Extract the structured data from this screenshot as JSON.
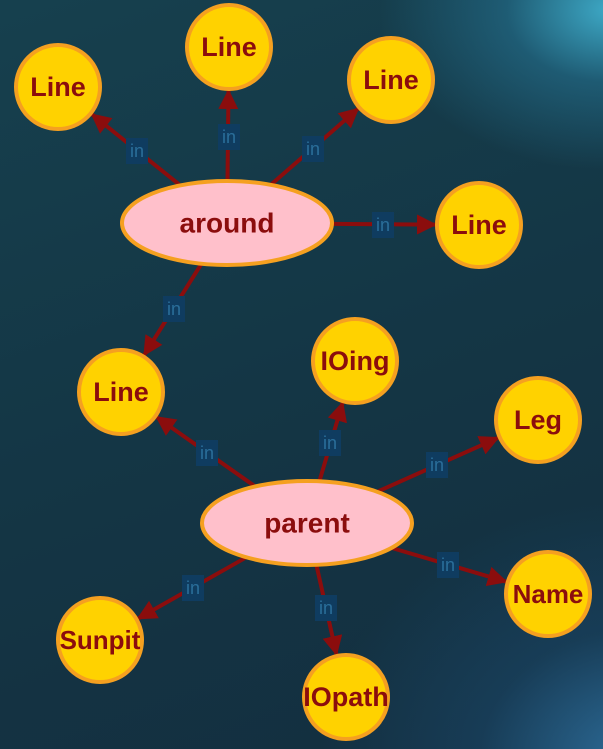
{
  "diagram": {
    "colors": {
      "edge": "#8b0d0d",
      "hub_fill": "#ffc0cb",
      "hub_stroke": "#f5a020",
      "leaf_fill": "#ffd200",
      "leaf_stroke": "#f5a020",
      "text": "#8b0d0d",
      "edge_label_bg": "#0f3c60",
      "edge_label_text": "#2a6e9a"
    },
    "hubs": [
      {
        "id": "around",
        "label": "around"
      },
      {
        "id": "parent",
        "label": "parent"
      }
    ],
    "leaves": [
      {
        "id": "line-top-left",
        "label": "Line"
      },
      {
        "id": "line-top",
        "label": "Line"
      },
      {
        "id": "line-top-right",
        "label": "Line"
      },
      {
        "id": "line-right",
        "label": "Line"
      },
      {
        "id": "line-mid",
        "label": "Line"
      },
      {
        "id": "ioing",
        "label": "IOing"
      },
      {
        "id": "leg",
        "label": "Leg"
      },
      {
        "id": "name",
        "label": "Name"
      },
      {
        "id": "iopath",
        "label": "IOpath"
      },
      {
        "id": "sunpit",
        "label": "Sunpit"
      }
    ],
    "edges": [
      {
        "from": "around",
        "to": "line-top-left",
        "label": "in"
      },
      {
        "from": "around",
        "to": "line-top",
        "label": "in"
      },
      {
        "from": "around",
        "to": "line-top-right",
        "label": "in"
      },
      {
        "from": "around",
        "to": "line-right",
        "label": "in"
      },
      {
        "from": "around",
        "to": "line-mid",
        "label": "in"
      },
      {
        "from": "parent",
        "to": "line-mid",
        "label": "in"
      },
      {
        "from": "parent",
        "to": "ioing",
        "label": "in"
      },
      {
        "from": "parent",
        "to": "leg",
        "label": "in"
      },
      {
        "from": "parent",
        "to": "name",
        "label": "in"
      },
      {
        "from": "parent",
        "to": "iopath",
        "label": "in"
      },
      {
        "from": "parent",
        "to": "sunpit",
        "label": "in"
      }
    ]
  }
}
